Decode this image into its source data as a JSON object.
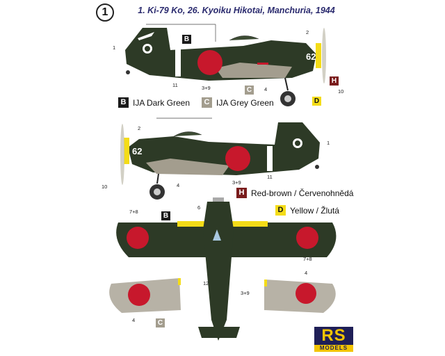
{
  "profile_number": "1",
  "title": "1. Ki-79 Ko, 26. Kyoiku Hikotai, Manchuria, 1944",
  "aircraft_number": "62",
  "legend": [
    {
      "code": "B",
      "label": "IJA Dark Green",
      "color": "#2d3a26"
    },
    {
      "code": "C",
      "label": "IJA Grey Green",
      "color": "#a39d8e"
    },
    {
      "code": "H",
      "label": "Red-brown / Červenohnědá",
      "color": "#7a1c1c"
    },
    {
      "code": "D",
      "label": "Yellow / Žlutá",
      "color": "#f4dc18"
    }
  ],
  "callouts": {
    "top": [
      "1",
      "11",
      "3+9",
      "4",
      "2",
      "10"
    ],
    "bottom_profile": [
      "2",
      "1",
      "4",
      "3+9",
      "11",
      "10"
    ],
    "plan": [
      "7+8",
      "6",
      "7+8",
      "12",
      "3+9",
      "4",
      "4"
    ]
  },
  "colors": {
    "dark_green": "#2d3a26",
    "grey_green": "#a39d8e",
    "hinomaru": "#c7182c",
    "yellow": "#f4dc18",
    "red_brown": "#7a1c1c"
  },
  "logo": {
    "mark": "RS",
    "sub": "MODELS"
  }
}
